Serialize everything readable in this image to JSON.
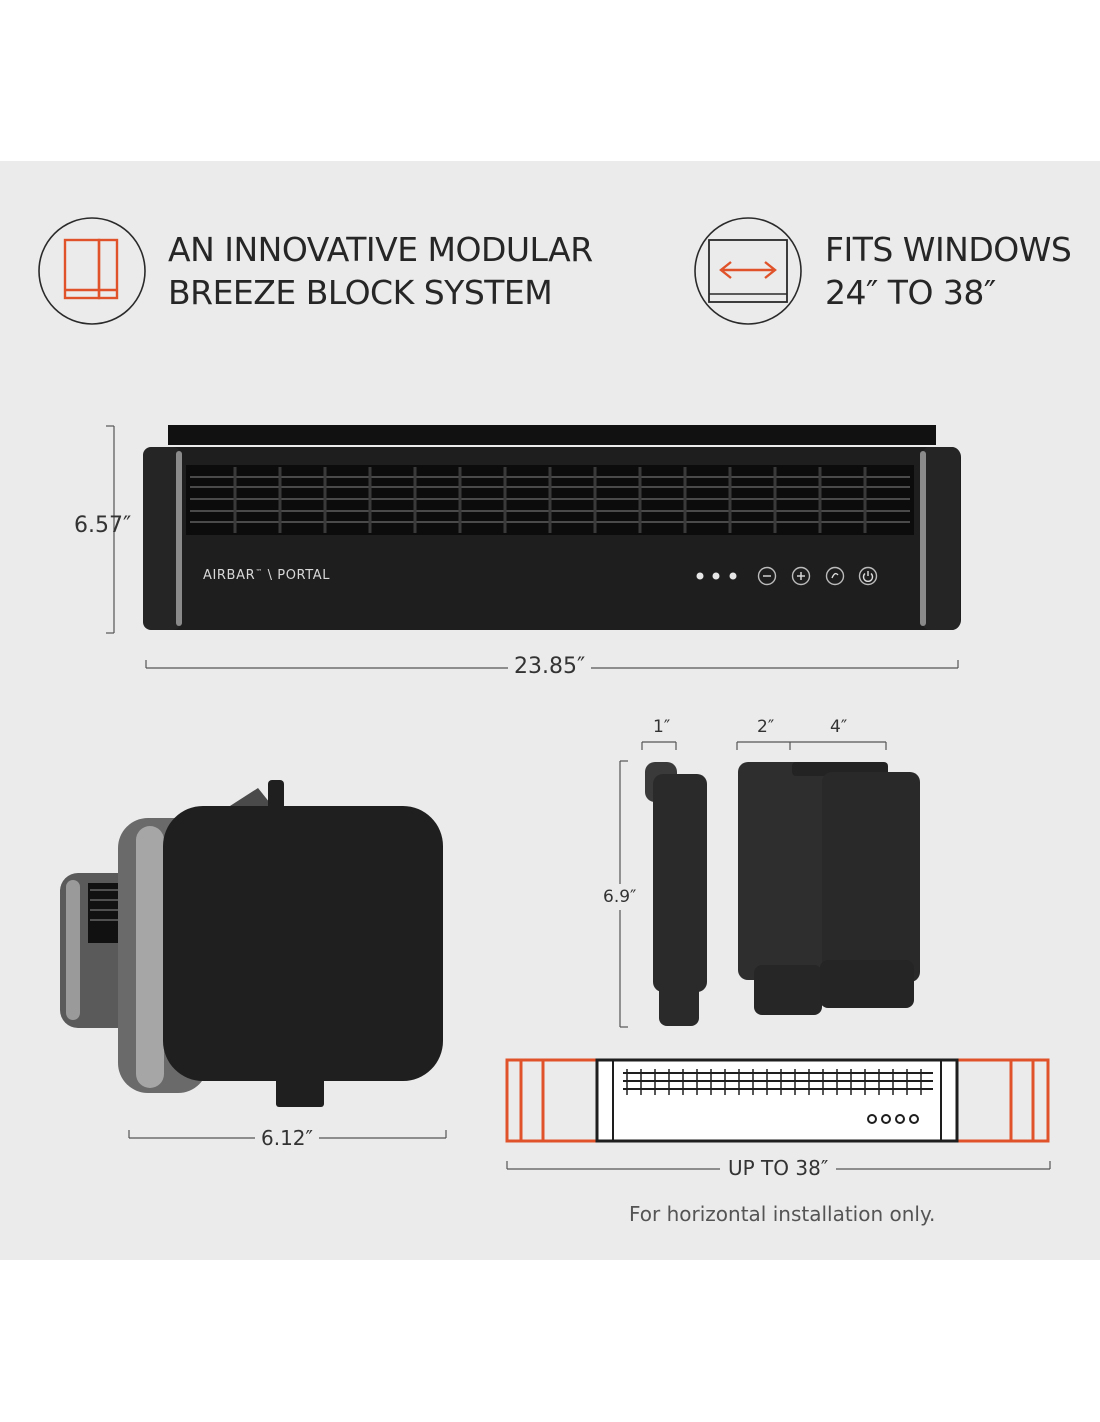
{
  "features": [
    {
      "icon": "modular-blocks-icon",
      "line1": "AN INNOVATIVE MODULAR",
      "line2": "BREEZE BLOCK SYSTEM"
    },
    {
      "icon": "window-width-icon",
      "line1": "FITS WINDOWS",
      "line2": "24″ TO 38″"
    }
  ],
  "product": {
    "brand": "AIRBAR",
    "trademark": "™",
    "separator": "\\",
    "model": "PORTAL",
    "controls": [
      "minus-icon",
      "plus-icon",
      "mode-icon",
      "power-icon"
    ]
  },
  "dimensions": {
    "height": "6.57″",
    "width": "23.85″",
    "depth": "6.12″",
    "block_small_width": "1″",
    "block_medium_width": "2″",
    "block_large_width": "4″",
    "block_height": "6.9″",
    "max_width": "UP TO 38″"
  },
  "note": "For horizontal installation only.",
  "colors": {
    "accent": "#e0532a",
    "device": "#1e1e1e",
    "background": "#ebebeb",
    "text": "#262626"
  }
}
